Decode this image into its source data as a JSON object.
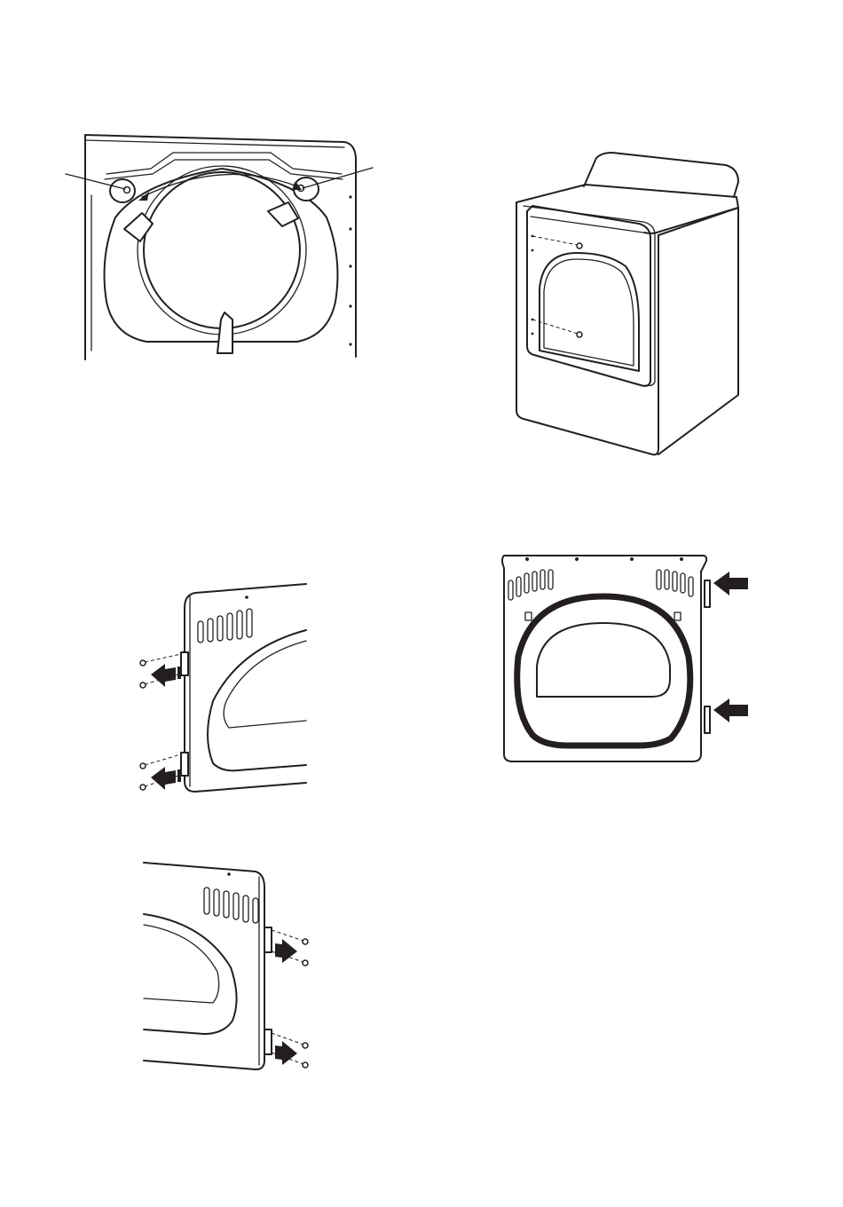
{
  "figures": [
    {
      "id": "fig-dryer-opening-screws",
      "icon": "dryer-door-opening-with-screws"
    },
    {
      "id": "fig-dryer-cabinet",
      "icon": "dryer-cabinet-isometric"
    },
    {
      "id": "fig-door-remove-hinges-left",
      "icon": "door-panel-hinge-screws-removed"
    },
    {
      "id": "fig-door-rotated",
      "icon": "door-panel-rotated-gasket"
    },
    {
      "id": "fig-door-install-hinges-right",
      "icon": "door-panel-hinge-screws-installed"
    }
  ],
  "colors": {
    "line": "#231f20",
    "background": "#ffffff"
  }
}
